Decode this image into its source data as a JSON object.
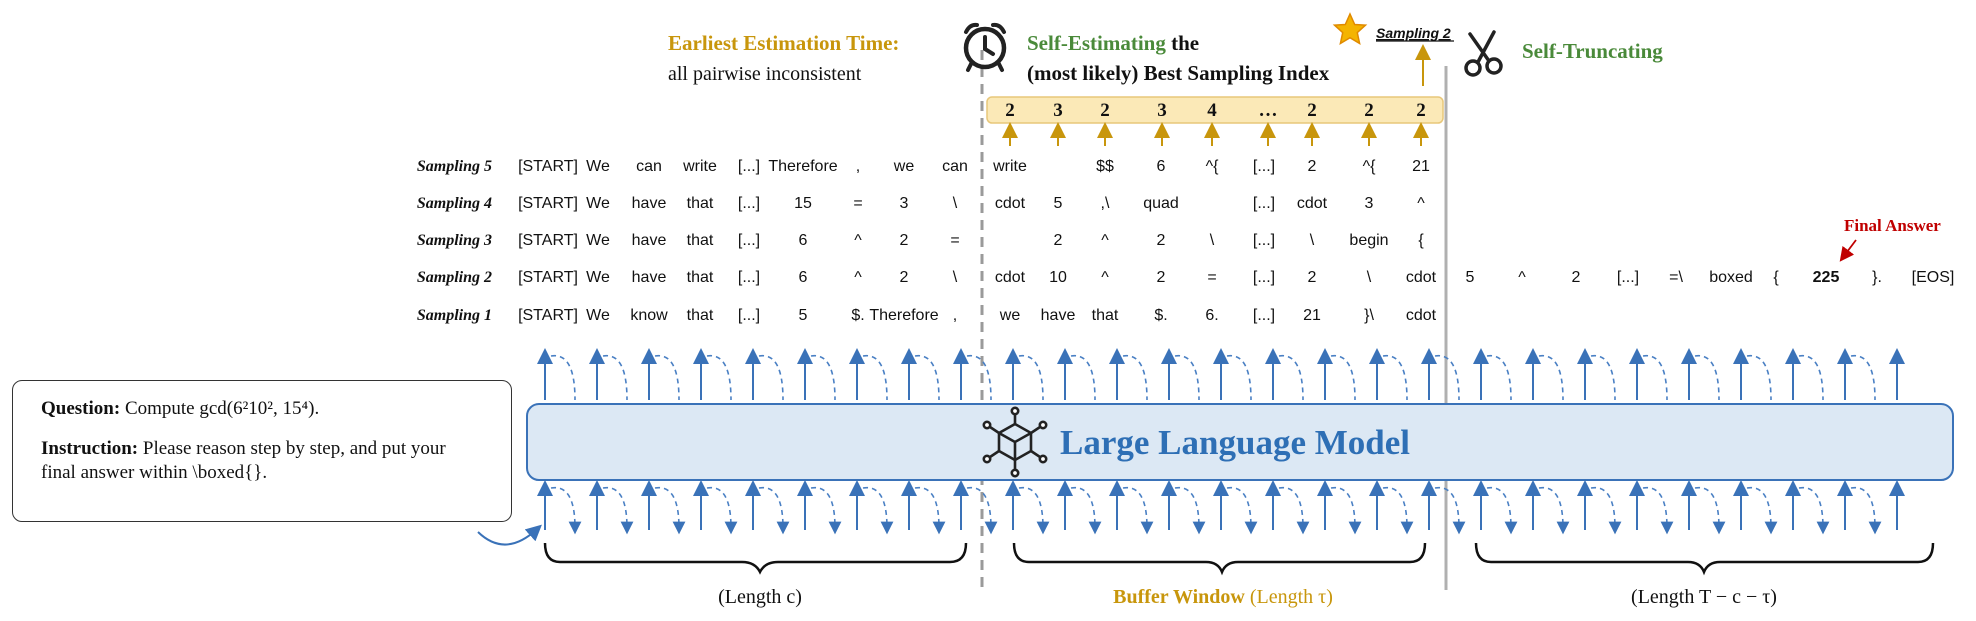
{
  "header": {
    "earliest_title": "Earliest Estimation Time:",
    "earliest_sub": "all pairwise inconsistent",
    "self_estimating_colored": "Self-Estimating",
    "self_estimating_rest": " the",
    "self_estimating_line2": "(most likely) Best Sampling Index",
    "sampling2_label": "Sampling 2",
    "self_truncating": "Self-Truncating",
    "final_answer": "Final Answer"
  },
  "estimates": [
    "2",
    "3",
    "2",
    "3",
    "4",
    "…",
    "2",
    "2",
    "2"
  ],
  "samplings": [
    {
      "label": "Sampling 5",
      "tokens": [
        "[START]",
        "We",
        "can",
        "write",
        "[...]",
        "Therefore",
        ",",
        "we",
        "can",
        "write",
        "",
        "$$",
        "6",
        "^{",
        "[...]",
        "2",
        "^{",
        "21"
      ]
    },
    {
      "label": "Sampling 4",
      "tokens": [
        "[START]",
        "We",
        "have",
        "that",
        "[...]",
        "15",
        "=",
        "3",
        "\\",
        "cdot",
        "5",
        ",\\",
        "quad",
        "",
        "[...]",
        "cdot",
        "3",
        "^"
      ]
    },
    {
      "label": "Sampling 3",
      "tokens": [
        "[START]",
        "We",
        "have",
        "that",
        "[...]",
        "6",
        "^",
        "2",
        "=",
        "",
        "2",
        "^",
        "2",
        "\\",
        "[...]",
        "\\",
        "begin",
        "{"
      ]
    },
    {
      "label": "Sampling 2",
      "tokens": [
        "[START]",
        "We",
        "have",
        "that",
        "[...]",
        "6",
        "^",
        "2",
        "\\",
        "cdot",
        "10",
        "^",
        "2",
        "=",
        "[...]",
        "2",
        "\\",
        "cdot",
        "5",
        "^",
        "2",
        "[...]",
        "=\\",
        "boxed",
        "{",
        "225",
        "}.",
        "[EOS]"
      ]
    },
    {
      "label": "Sampling 1",
      "tokens": [
        "[START]",
        "We",
        "know",
        "that",
        "[...]",
        "5",
        "$.",
        "Therefore",
        ",",
        "we",
        "have",
        "that",
        "$.",
        "6.",
        "[...]",
        "21",
        "}\\",
        "cdot"
      ]
    }
  ],
  "model_label": "Large Language Model",
  "question": {
    "q_label": "Question:",
    "q_text": "Compute gcd(6²10², 15⁴).",
    "i_label": "Instruction:",
    "i_text": "Please reason step by step, and put your final answer within \\boxed{}."
  },
  "braces": {
    "length_c": "(Length c)",
    "buffer_colored": "Buffer Window",
    "buffer_rest": " (Length τ)",
    "length_rest": "(Length T − c − τ)"
  },
  "colors": {
    "gold": "#c8960c",
    "green": "#4a8a3a",
    "blue": "#2e6fb5",
    "red": "#c00000",
    "band_fill": "#dce8f4",
    "estimate_fill": "#fbe9b7"
  },
  "icons": [
    "alarm-clock-icon",
    "star-icon",
    "scissors-icon",
    "network-cube-icon"
  ]
}
